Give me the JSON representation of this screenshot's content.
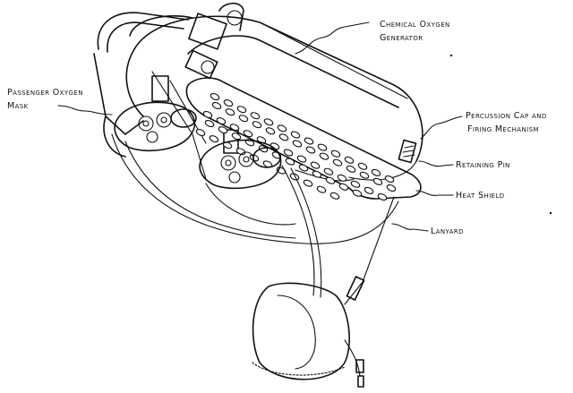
{
  "labels": {
    "chemical_oxygen_generator": [
      "Chemical Oxygen",
      "Generator"
    ],
    "passenger_oxygen_mask": [
      "Passenger Oxygen",
      "Mask"
    ],
    "percussion_cap": [
      "Percussion Cap and",
      "Firing Mechanism"
    ],
    "retaining_pin": "Retaining Pin",
    "heat_shield": "Heat Shield",
    "lanyard": "Lanyard"
  }
}
